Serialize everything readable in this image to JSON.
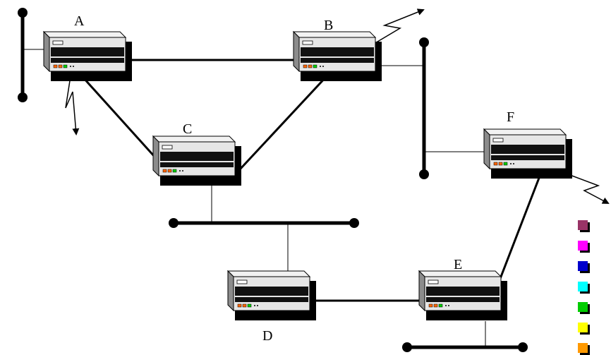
{
  "routers": [
    {
      "id": "A",
      "label": "A"
    },
    {
      "id": "B",
      "label": "B"
    },
    {
      "id": "C",
      "label": "C"
    },
    {
      "id": "D",
      "label": "D"
    },
    {
      "id": "E",
      "label": "E"
    },
    {
      "id": "F",
      "label": "F"
    }
  ],
  "legend_colors": [
    "#993366",
    "#ff00ff",
    "#0000cc",
    "#00ffff",
    "#00cc00",
    "#ffff00",
    "#ff9900"
  ],
  "colors": {
    "line": "#000000",
    "router_top": "#f2f2f2",
    "router_side": "#8c8c8c",
    "router_front": "#e6e6e6",
    "router_panel": "#111111",
    "router_shadow": "#000000",
    "led_orange": "#ff6600",
    "led_green": "#00cc00"
  }
}
